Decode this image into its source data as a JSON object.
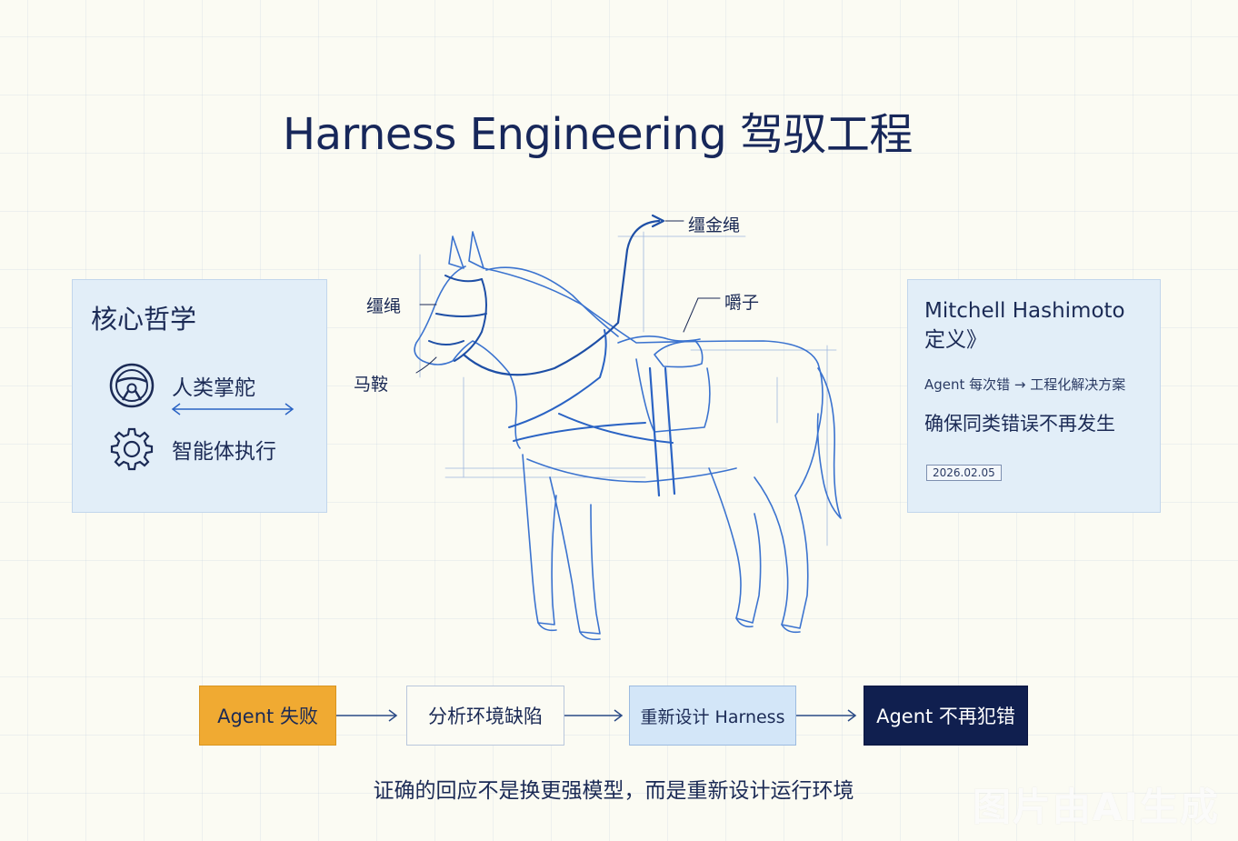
{
  "title": "Harness Engineering 驾驭工程",
  "left_panel": {
    "title": "核心哲学",
    "item_human": "人类掌舵",
    "item_agent": "智能体执行",
    "icons": [
      "steering-wheel-icon",
      "gear-icon",
      "double-arrow-icon"
    ]
  },
  "horse_labels": {
    "reins": "缰金绳",
    "bridle": "缰绳",
    "bit": "嚼子",
    "saddle": "马鞍"
  },
  "right_panel": {
    "title_line1": "Mitchell Hashimoto",
    "title_line2": "定义》",
    "line": "Agent 每次错 → 工程化解决方案",
    "main": "确保同类错误不再发生",
    "date": "2026.02.05"
  },
  "flow": {
    "step1": "Agent 失败",
    "step2": "分析环境缺陷",
    "step3": "重新设计 Harness",
    "step4": "Agent 不再犯错"
  },
  "bottom_text": "证确的回应不是换更强模型，而是重新设计运行环境",
  "watermark": "图片由AI生成",
  "colors": {
    "accent_blue": "#2a63c4",
    "navy": "#101f4f",
    "orange": "#f0aa32",
    "light_blue": "#d3e6f8"
  }
}
